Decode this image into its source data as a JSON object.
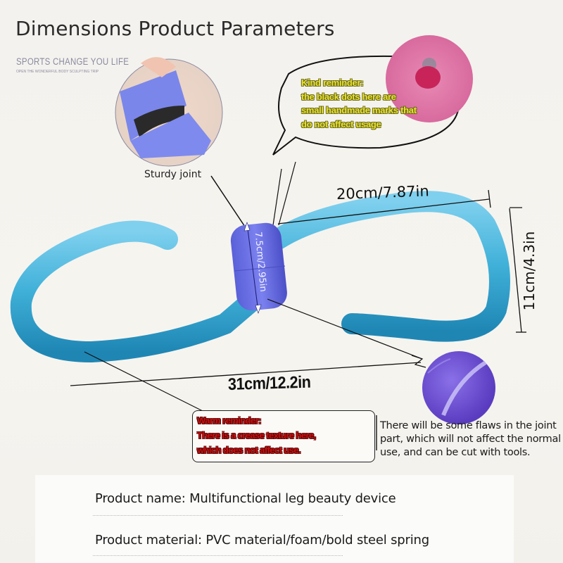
{
  "header": {
    "title": "Dimensions Product Parameters",
    "brand_line": "SPORTS CHANGE YOU LIFE",
    "brand_subline": "OPEN THE WONDERFUL BODY SCULPTING TRIP"
  },
  "callouts": {
    "sturdy_joint": "Sturdy joint",
    "kind_reminder": {
      "lines": [
        "Kind reminder:",
        "the black dots here are",
        "small handmade marks that",
        "do not affect usage"
      ]
    },
    "warm_reminder": {
      "lines": [
        "Warm reminder:",
        "There is a crease texture here,",
        "which does not affect use."
      ]
    },
    "flaws_note": "There will be some flaws in the joint part, which will not affect the normal use, and can be cut with tools."
  },
  "dimensions": {
    "arm_length": "20cm/7.87in",
    "height": "11cm/4.3in",
    "joint": "7.5cm/2.95in",
    "total_length": "31cm/12.2in"
  },
  "parameters": {
    "product_name": "Product name: Multifunctional leg beauty device",
    "product_material": "Product material: PVC material/foam/bold steel spring"
  },
  "colors": {
    "tube": "#3fb0d8",
    "joint": "#6a6fe0",
    "kind_text": "#e8e23a",
    "warm_text": "#c81010",
    "pink_detail": "#e07aa8",
    "purple_detail": "#6f4fd0"
  }
}
